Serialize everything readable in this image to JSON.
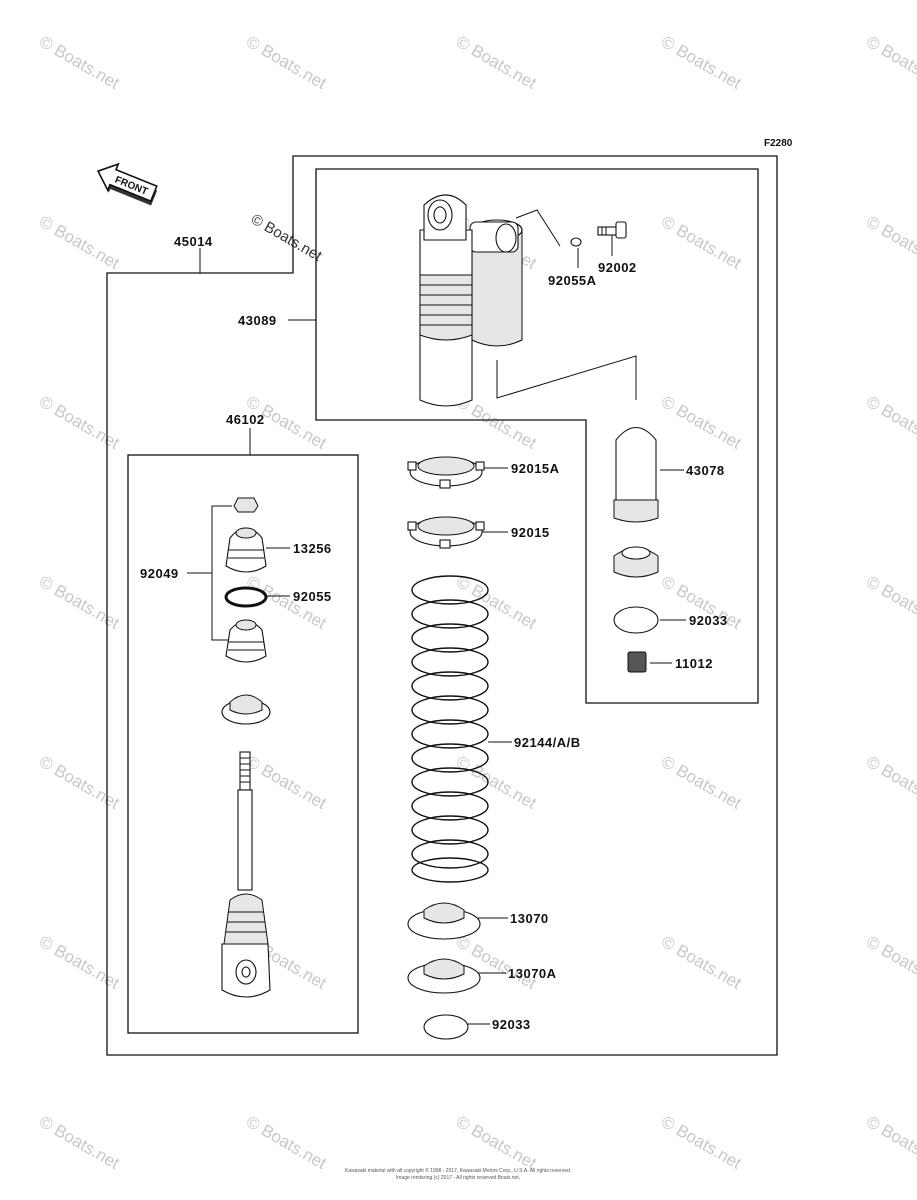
{
  "figure_code": "F2280",
  "front_label": "FRONT",
  "watermark": "© Boats.net",
  "parts": {
    "p45014": "45014",
    "p43089": "43089",
    "p92055A": "92055A",
    "p92002": "92002",
    "p46102": "46102",
    "p92015A": "92015A",
    "p92015": "92015",
    "p43078": "43078",
    "p13256": "13256",
    "p92049": "92049",
    "p92055": "92055",
    "p92033a": "92033",
    "p11012": "11012",
    "p92144": "92144/A/B",
    "p13070": "13070",
    "p13070A": "13070A",
    "p92033b": "92033"
  },
  "copyright": {
    "line1": "Kawasaki material with all copyright © 1998 - 2017, Kawasaki Motors Corp., U.S.A. All rights reserved.",
    "line2": "Image rendering (c) 2017 - All rights reserved Boats.net."
  }
}
